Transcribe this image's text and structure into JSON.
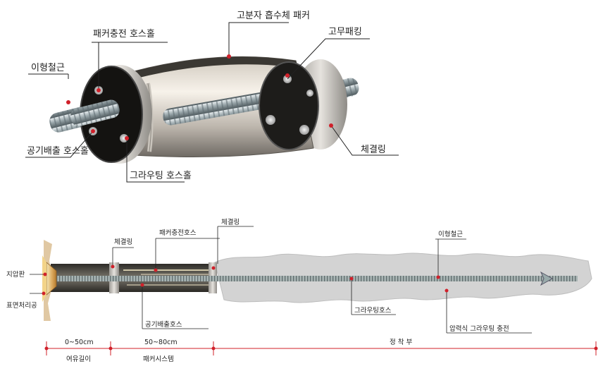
{
  "top": {
    "labels": {
      "polymer_packer": "고분자 흡수체 패커",
      "packer_fill_hole": "패커충전 호스홀",
      "rubber_packing": "고무패킹",
      "deformed_bar": "이형철근",
      "coupling_ring": "체결링",
      "air_vent_hole": "공기배출 호스홀",
      "grouting_hole": "그라우팅 호스홀"
    }
  },
  "bottom": {
    "labels": {
      "coupling_ring_1": "체결링",
      "packer_fill_hose": "패커충전호스",
      "coupling_ring_2": "체결링",
      "deformed_bar": "이형철근",
      "bearing_plate": "지압판",
      "surface_treatment": "표면처리공",
      "air_vent_hose": "공기배출호스",
      "grouting_hose": "그라우팅호스",
      "pressure_grouting": "압력식 그라우팅 충전"
    },
    "dimensions": {
      "d1": "0~50cm",
      "d2": "50~80cm",
      "d3": "정 착 부"
    },
    "zones": {
      "z1": "여유길이",
      "z2": "패커시스템"
    }
  }
}
